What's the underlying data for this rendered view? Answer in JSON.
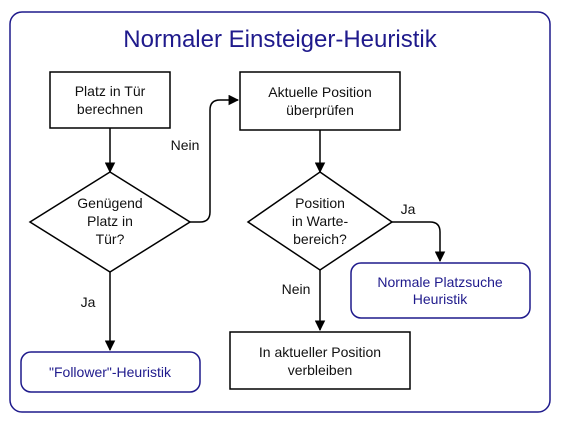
{
  "diagram": {
    "title": "Normaler Einsteiger-Heuristik",
    "nodes": {
      "platz_berechnen": {
        "lines": [
          "Platz in Tür",
          "berechnen"
        ]
      },
      "genuegend_platz": {
        "lines": [
          "Genügend",
          "Platz in",
          "Tür?"
        ]
      },
      "follower": {
        "lines": [
          "\"Follower\"-Heuristik"
        ]
      },
      "aktuelle_position": {
        "lines": [
          "Aktuelle Position",
          "überprüfen"
        ]
      },
      "position_wartebereich": {
        "lines": [
          "Position",
          "in Warte-",
          "bereich?"
        ]
      },
      "normale_platzsuche": {
        "lines": [
          "Normale Platzsuche",
          "Heuristik"
        ]
      },
      "verbleiben": {
        "lines": [
          "In aktueller Position",
          "verbleiben"
        ]
      }
    },
    "edges": {
      "nein_1": "Nein",
      "ja_1": "Ja",
      "ja_2": "Ja",
      "nein_2": "Nein"
    }
  },
  "colors": {
    "accent": "#1f1a8c",
    "stroke": "#000000",
    "text": "#111111"
  }
}
